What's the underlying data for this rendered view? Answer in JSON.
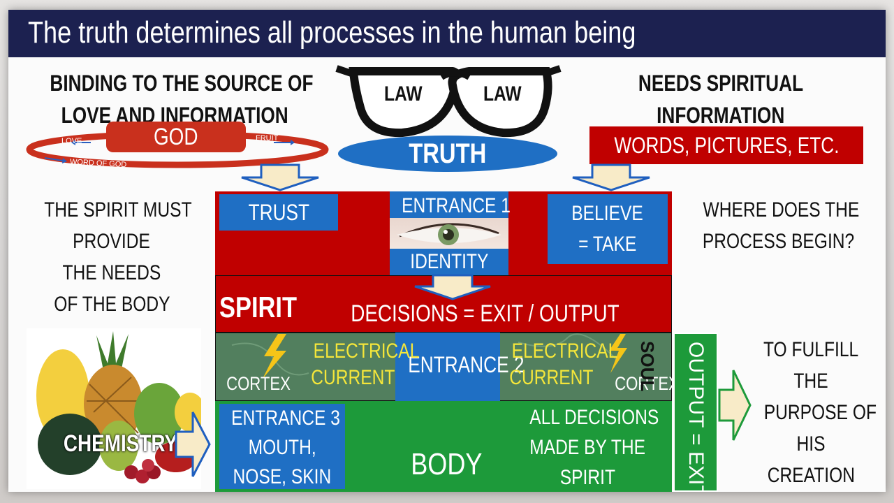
{
  "title": "The truth determines all processes in the human being",
  "left_heading": [
    "BINDING TO THE SOURCE OF",
    "LOVE AND INFORMATION"
  ],
  "god_loop": {
    "center": "GOD",
    "love": "LOVE",
    "fruit": "FRUIT",
    "word": "WORD OF GOD"
  },
  "glasses": {
    "left_lens": "LAW",
    "right_lens": "LAW",
    "base": "TRUTH"
  },
  "right_heading": [
    "NEEDS SPIRITUAL",
    "INFORMATION"
  ],
  "words_box": "WORDS, PICTURES, ETC.",
  "left_text": [
    "THE SPIRIT MUST",
    "PROVIDE",
    "THE NEEDS",
    "OF THE BODY"
  ],
  "right_text": [
    "WHERE DOES THE",
    "PROCESS BEGIN?"
  ],
  "trust": "TRUST",
  "entrance1": "ENTRANCE 1",
  "identity": "IDENTITY",
  "believe": [
    "BELIEVE",
    "= TAKE"
  ],
  "spirit": "SPIRIT",
  "decisions": "DECISIONS = EXIT / OUTPUT",
  "soul": "SOUL",
  "soul_row": {
    "electrical_left": [
      "ELECTRICAL",
      "CURRENT"
    ],
    "electrical_right": [
      "ELECTRICAL",
      "CURRENT"
    ],
    "cortex_left": "CORTEX",
    "cortex_right": "CORTEX",
    "entrance2": "ENTRANCE 2"
  },
  "chemistry": "CHEMISTRY",
  "entrance3": [
    "ENTRANCE 3",
    "MOUTH,",
    "NOSE, SKIN"
  ],
  "body": "BODY",
  "all_decisions": [
    "ALL DECISIONS",
    "MADE BY THE",
    "SPIRIT"
  ],
  "output_exit": "OUTPUT = EXIT",
  "purpose": [
    "TO FULFILL",
    "THE",
    "PURPOSE OF",
    "HIS",
    "CREATION"
  ],
  "colors": {
    "navy": "#1c2150",
    "red": "#c00000",
    "blue": "#1f6fc4",
    "green": "#1d9a3a",
    "soul_green": "#527f5e",
    "yellow": "#f5e63a"
  }
}
